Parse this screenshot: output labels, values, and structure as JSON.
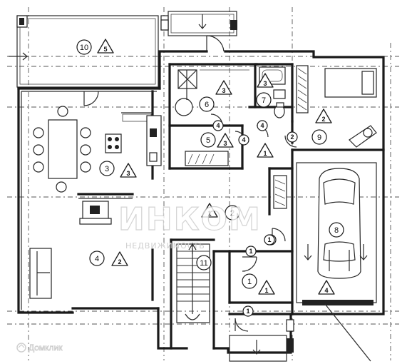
{
  "watermark": {
    "main": "ИНКОМ",
    "sub": "НЕДВИЖИМОСТЬ",
    "corner": "Домклик"
  },
  "room_labels": [
    {
      "id": "10",
      "num": "10",
      "tri": "5"
    },
    {
      "id": "3a",
      "num": "",
      "tri": "3"
    },
    {
      "id": "6",
      "num": "6",
      "tri": "3"
    },
    {
      "id": "7",
      "num": "7",
      "tri": ""
    },
    {
      "id": "9",
      "num": "9",
      "tri": "2"
    },
    {
      "id": "5",
      "num": "5",
      "tri": "3"
    },
    {
      "id": "hall",
      "num": "",
      "tri": "1"
    },
    {
      "id": "3",
      "num": "3",
      "tri": "3"
    },
    {
      "id": "2",
      "num": "2",
      "tri": "1"
    },
    {
      "id": "8",
      "num": "8",
      "tri": "4"
    },
    {
      "id": "4",
      "num": "4",
      "tri": "2"
    },
    {
      "id": "11",
      "num": "11",
      "tri": ""
    },
    {
      "id": "1",
      "num": "1",
      "tri": "1"
    }
  ],
  "door_markers": [
    "4",
    "4",
    "4",
    "2",
    "1",
    "1",
    "1",
    "1"
  ]
}
